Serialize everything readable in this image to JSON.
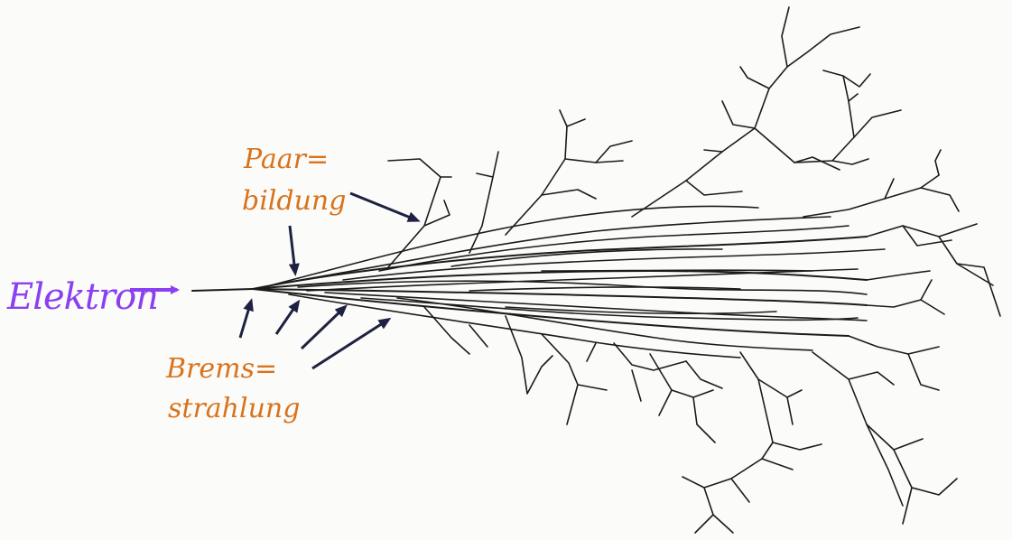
{
  "diagram": {
    "labels": {
      "electron": "Elektron",
      "pair_production": [
        "Paar=",
        "bildung"
      ],
      "bremsstrahlung": [
        "Brems=",
        "strahlung"
      ]
    },
    "colors": {
      "electron": "#8a3ff0",
      "annotation": "#d9731c",
      "arrow": "#1e2140",
      "shower": "#1b1b1b",
      "background": "#fbfbf9"
    }
  }
}
